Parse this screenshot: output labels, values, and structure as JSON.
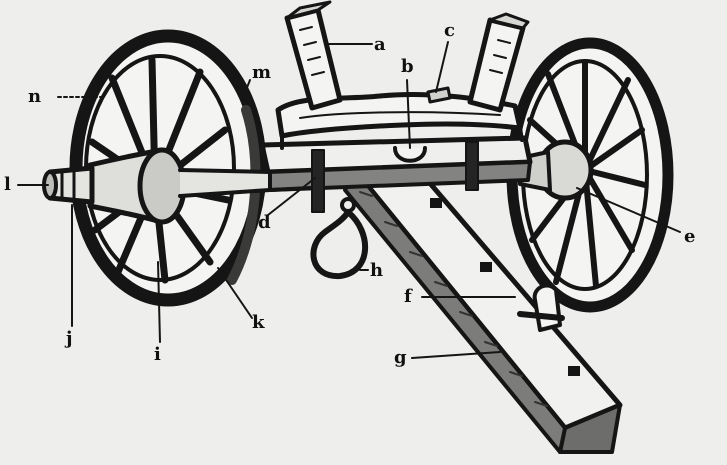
{
  "diagram": {
    "labels": {
      "a": "a",
      "b": "b",
      "c": "c",
      "d": "d",
      "e": "e",
      "f": "f",
      "g": "g",
      "h": "h",
      "i": "i",
      "j": "j",
      "k": "k",
      "l": "l",
      "m": "m",
      "n": "n"
    },
    "colors": {
      "ink": "#151515",
      "paper": "#eeeeec",
      "shade": "#8a8a88"
    }
  }
}
